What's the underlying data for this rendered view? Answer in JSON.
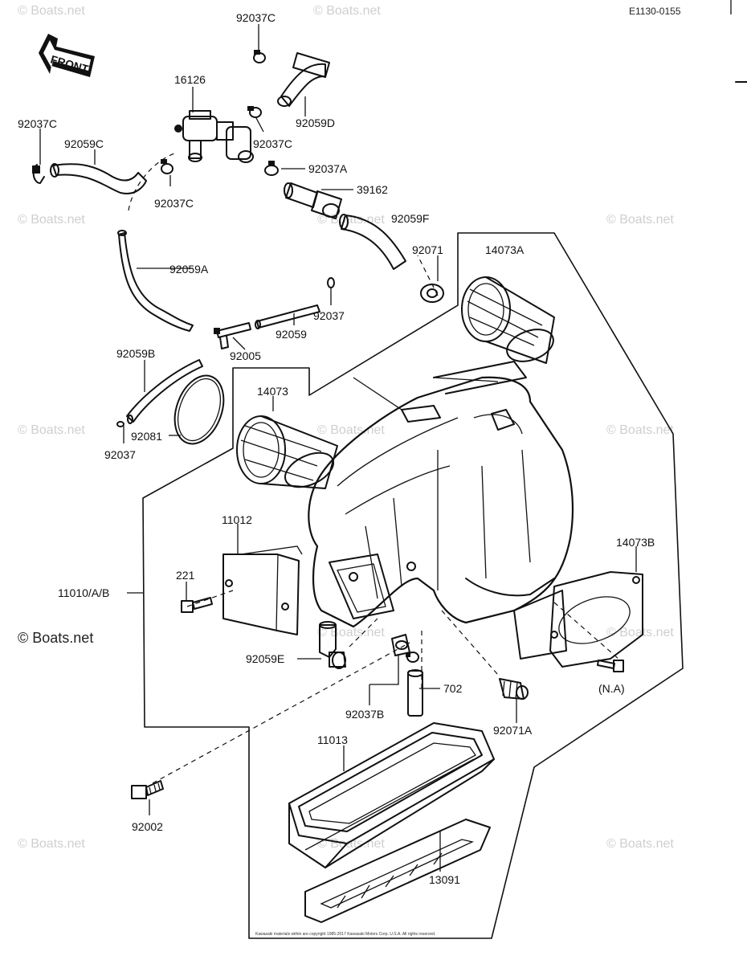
{
  "figure_id": "E1130-0155",
  "front_label": "FRONT",
  "watermark": "© Boats.net",
  "copyright": "Kawasaki materials within are copyright 1985-2017 Kawasaki Motors Corp. U.S.A. All rights reserved.",
  "labels": {
    "l92037C_top": "92037C",
    "l16126": "16126",
    "l92037C_left": "92037C",
    "l92059C": "92059C",
    "l92059D": "92059D",
    "l92037C_mid": "92037C",
    "l92037A": "92037A",
    "l39162": "39162",
    "l92037C_low": "92037C",
    "l92059F": "92059F",
    "l92071": "92071",
    "l14073A": "14073A",
    "l92059A": "92059A",
    "l92037_mid": "92037",
    "l92059": "92059",
    "l92005": "92005",
    "l92059B": "92059B",
    "l14073": "14073",
    "l92081": "92081",
    "l92037_low": "92037",
    "l11012": "11012",
    "l14073B": "14073B",
    "l11010": "11010/A/B",
    "l221": "221",
    "l92059E": "92059E",
    "l702": "702",
    "lNA": "(N.A)",
    "l92037B": "92037B",
    "l92071A": "92071A",
    "l11013": "11013",
    "l92002": "92002",
    "l13091": "13091"
  }
}
